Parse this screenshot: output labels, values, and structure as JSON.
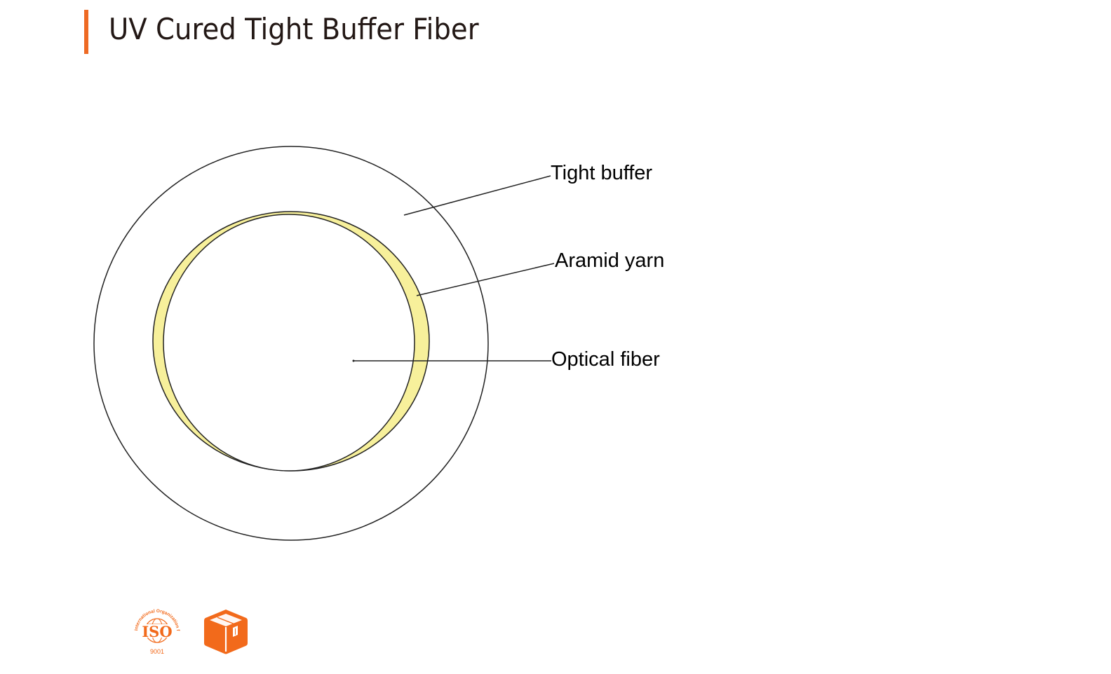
{
  "header": {
    "title": "UV Cured Tight Buffer Fiber",
    "accent_color": "#ee6a24"
  },
  "diagram": {
    "description": "Cross-section of UV cured tight buffer fiber",
    "layers": [
      {
        "name": "Tight buffer",
        "fill": "#ffffff",
        "stroke": "#222222"
      },
      {
        "name": "Aramid yarn",
        "fill": "#f7f09b",
        "stroke": "#222222"
      },
      {
        "name": "Optical fiber",
        "fill": "#ffffff",
        "stroke": "#222222"
      }
    ],
    "labels": {
      "tight_buffer": "Tight buffer",
      "aramid_yarn": "Aramid yarn",
      "optical_fiber": "Optical fiber"
    }
  },
  "badges": {
    "iso": {
      "label": "ISO",
      "standard": "9001",
      "ring_text": "International Organization for Standardization",
      "color": "#f26a1b"
    },
    "package": {
      "icon": "package-box-icon",
      "color": "#f26a1b"
    }
  }
}
